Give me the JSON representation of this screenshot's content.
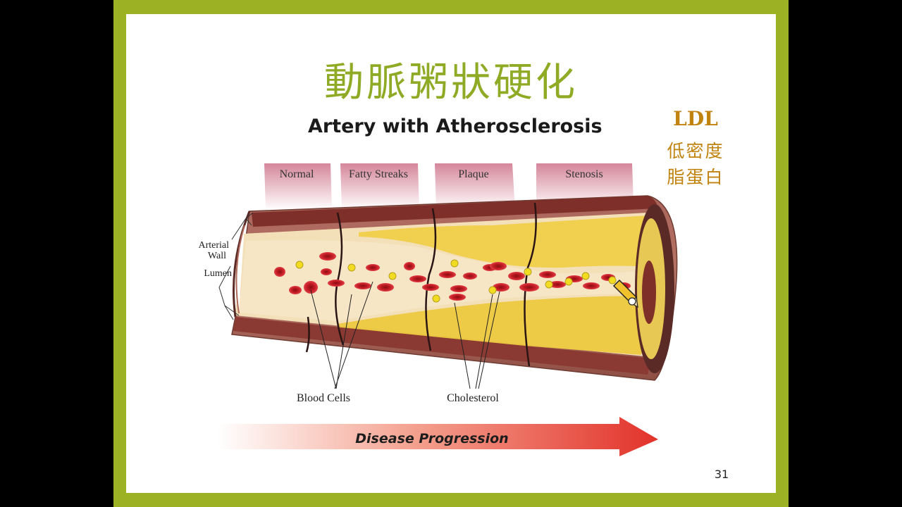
{
  "slide": {
    "title": "動脈粥狀硬化",
    "page_number": "31"
  },
  "diagram": {
    "title": "Artery with Atherosclerosis",
    "stages": [
      "Normal",
      "Fatty Streaks",
      "Plaque",
      "Stenosis"
    ],
    "labels": {
      "arterial_wall": [
        "Arterial",
        "Wall"
      ],
      "lumen": "Lumen",
      "blood_cells": "Blood Cells",
      "cholesterol": "Cholesterol"
    },
    "progress_arrow": "Disease Progression"
  },
  "side_note": {
    "heading": "LDL",
    "line1": "低密度",
    "line2": "脂蛋白"
  },
  "colors": {
    "frame": "#9cb224",
    "title": "#8faa24",
    "note": "#c1830f",
    "arrow": "#e2322a"
  }
}
